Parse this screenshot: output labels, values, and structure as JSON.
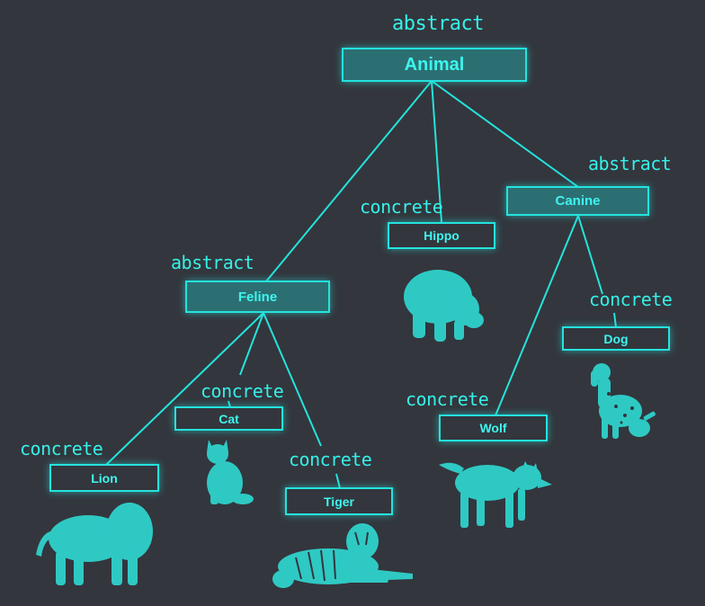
{
  "colors": {
    "background": "#33363d",
    "accent": "#24e3dd",
    "text": "#3ff5ee",
    "abstract_fill": "#2c6f72"
  },
  "nodes": {
    "animal": {
      "label": "Animal",
      "kind": "abstract"
    },
    "feline": {
      "label": "Feline",
      "kind": "abstract"
    },
    "canine": {
      "label": "Canine",
      "kind": "abstract"
    },
    "hippo": {
      "label": "Hippo",
      "kind": "concrete"
    },
    "lion": {
      "label": "Lion",
      "kind": "concrete"
    },
    "cat": {
      "label": "Cat",
      "kind": "concrete"
    },
    "tiger": {
      "label": "Tiger",
      "kind": "concrete"
    },
    "wolf": {
      "label": "Wolf",
      "kind": "concrete"
    },
    "dog": {
      "label": "Dog",
      "kind": "concrete"
    }
  },
  "tags": {
    "abstract": "abstract",
    "concrete": "concrete"
  },
  "edges": [
    [
      "animal",
      "feline"
    ],
    [
      "animal",
      "hippo"
    ],
    [
      "animal",
      "canine"
    ],
    [
      "feline",
      "lion"
    ],
    [
      "feline",
      "cat"
    ],
    [
      "feline",
      "tiger"
    ],
    [
      "canine",
      "wolf"
    ],
    [
      "canine",
      "dog"
    ]
  ],
  "images": [
    {
      "name": "hippo-silhouette",
      "icon": "hippo"
    },
    {
      "name": "lion-silhouette",
      "icon": "lion"
    },
    {
      "name": "cat-silhouette",
      "icon": "cat"
    },
    {
      "name": "tiger-silhouette",
      "icon": "tiger"
    },
    {
      "name": "wolf-silhouette",
      "icon": "wolf"
    },
    {
      "name": "dog-silhouette",
      "icon": "dog"
    }
  ]
}
